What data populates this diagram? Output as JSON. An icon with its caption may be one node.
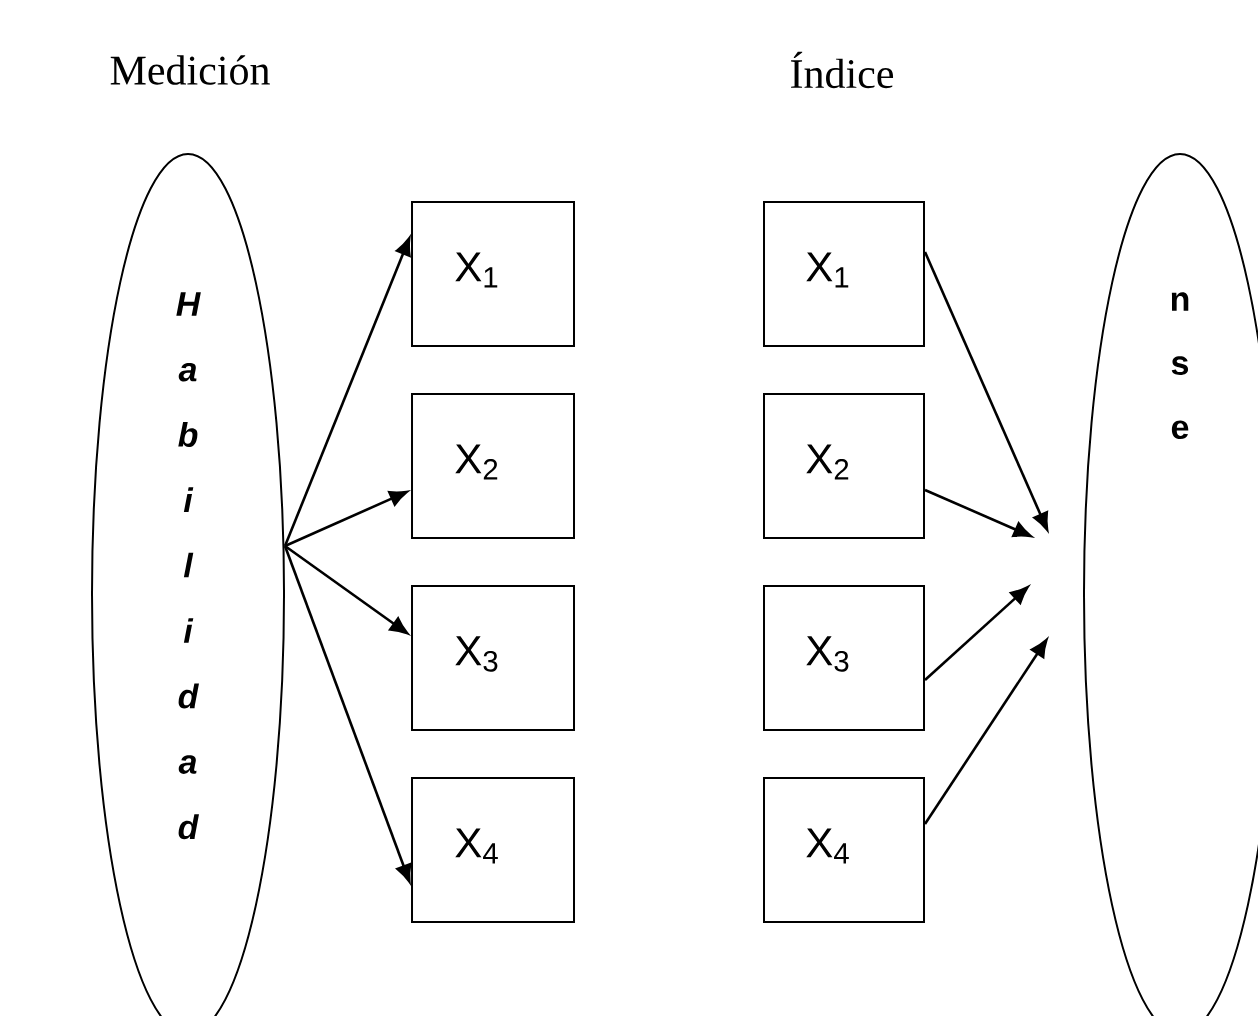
{
  "diagram": {
    "nodes": [
      {
        "text": [
          "Habilidad"
        ]
      },
      {
        "text": [
          "X$_{1}$"
        ]
      },
      {
        "text": [
          "X$_{2}$"
        ]
      },
      {
        "text": [
          "X$_{3}$"
        ]
      },
      {
        "text": [
          "X$_{4}$"
        ]
      },
      {
        "text": [
          "X$_{1}$"
        ]
      },
      {
        "text": [
          "X$_{2}$"
        ]
      },
      {
        "text": [
          "X$_{3}$"
        ]
      },
      {
        "text": [
          "X$_{4}$"
        ]
      },
      {
        "text": [
          "nse"
        ]
      }
    ],
    "edges": [
      {
        "from": 0,
        "to": 1,
        "arrow": "to"
      },
      {
        "from": 0,
        "to": 2,
        "arrow": "to"
      },
      {
        "from": 0,
        "to": 3,
        "arrow": "to"
      },
      {
        "from": 0,
        "to": 4,
        "arrow": "to"
      },
      {
        "from": 5,
        "to": 9,
        "arrow": "to"
      },
      {
        "from": 6,
        "to": 9,
        "arrow": "to"
      },
      {
        "from": 7,
        "to": 9,
        "arrow": "to"
      },
      {
        "from": 8,
        "to": 9,
        "arrow": "to"
      }
    ],
    "labels": [
      "Medición",
      "Índice"
    ]
  }
}
